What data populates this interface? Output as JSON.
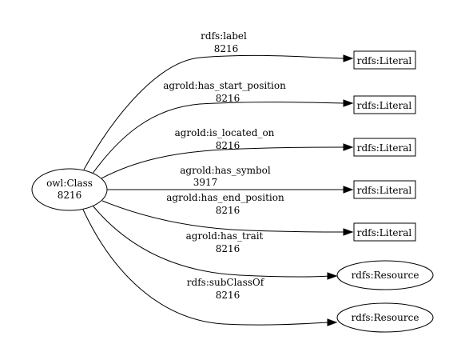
{
  "source_node": {
    "label": "owl:Class",
    "count": "8216"
  },
  "targets": [
    {
      "label": "rdfs:Literal",
      "shape": "box"
    },
    {
      "label": "rdfs:Literal",
      "shape": "box"
    },
    {
      "label": "rdfs:Literal",
      "shape": "box"
    },
    {
      "label": "rdfs:Literal",
      "shape": "box"
    },
    {
      "label": "rdfs:Literal",
      "shape": "box"
    },
    {
      "label": "rdfs:Resource",
      "shape": "ellipse"
    },
    {
      "label": "rdfs:Resource",
      "shape": "ellipse"
    }
  ],
  "edges": [
    {
      "label": "rdfs:label",
      "count": "8216",
      "to": 0
    },
    {
      "label": "agrold:has_start_position",
      "count": "8216",
      "to": 1
    },
    {
      "label": "agrold:is_located_on",
      "count": "8216",
      "to": 2
    },
    {
      "label": "agrold:has_symbol",
      "count": "3917",
      "to": 3
    },
    {
      "label": "agrold:has_end_position",
      "count": "8216",
      "to": 4
    },
    {
      "label": "agrold:has_trait",
      "count": "8216",
      "to": 5
    },
    {
      "label": "rdfs:subClassOf",
      "count": "8216",
      "to": 6
    }
  ]
}
